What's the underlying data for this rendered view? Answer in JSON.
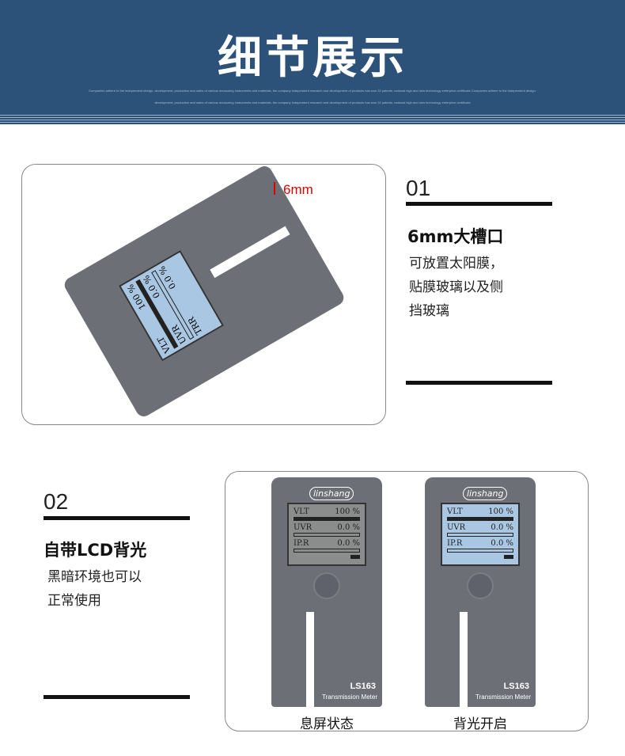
{
  "header": {
    "title": "细节展示",
    "subtitle_1": "Companies adhere to the independent design, development, production and sales of various measuring instruments and materials, the company independent research and development of products has won 32 patents, national high and new technology enterprise certificate Companies adhere to the independent design.",
    "subtitle_2": "development, production and sales of various measuring instruments and materials, the company independent research and development of products has won 32 patents, national high and new technology enterprise certificate"
  },
  "feature1": {
    "number": "01",
    "title": "6mm大槽口",
    "desc": [
      "可放置太阳膜，",
      "贴膜玻璃以及侧",
      "挡玻璃"
    ],
    "callout": "6mm"
  },
  "feature2": {
    "number": "02",
    "title": "自带LCD背光",
    "desc": [
      "黑暗环境也可以",
      "正常使用"
    ]
  },
  "device": {
    "logo": "linshang",
    "model": "LS163",
    "model_name": "Transmission Meter",
    "rows": [
      {
        "label": "VLT",
        "value": "100 %"
      },
      {
        "label": "UVR",
        "value": "0.0 %"
      },
      {
        "label": "IP.R",
        "value": "0.0 %"
      }
    ],
    "rotated_rows": [
      {
        "label": "VLT",
        "value": "100 %"
      },
      {
        "label": "UVR",
        "value": "0.0 %"
      },
      {
        "label": "TRR",
        "value": "0.0 %"
      }
    ]
  },
  "captions": {
    "off": "息屏状态",
    "on": "背光开启"
  },
  "colors": {
    "header": "#2d5279",
    "screen_off": "#8a8d8c",
    "screen_on": "#a9c7e2",
    "device": "#6c6f76"
  }
}
